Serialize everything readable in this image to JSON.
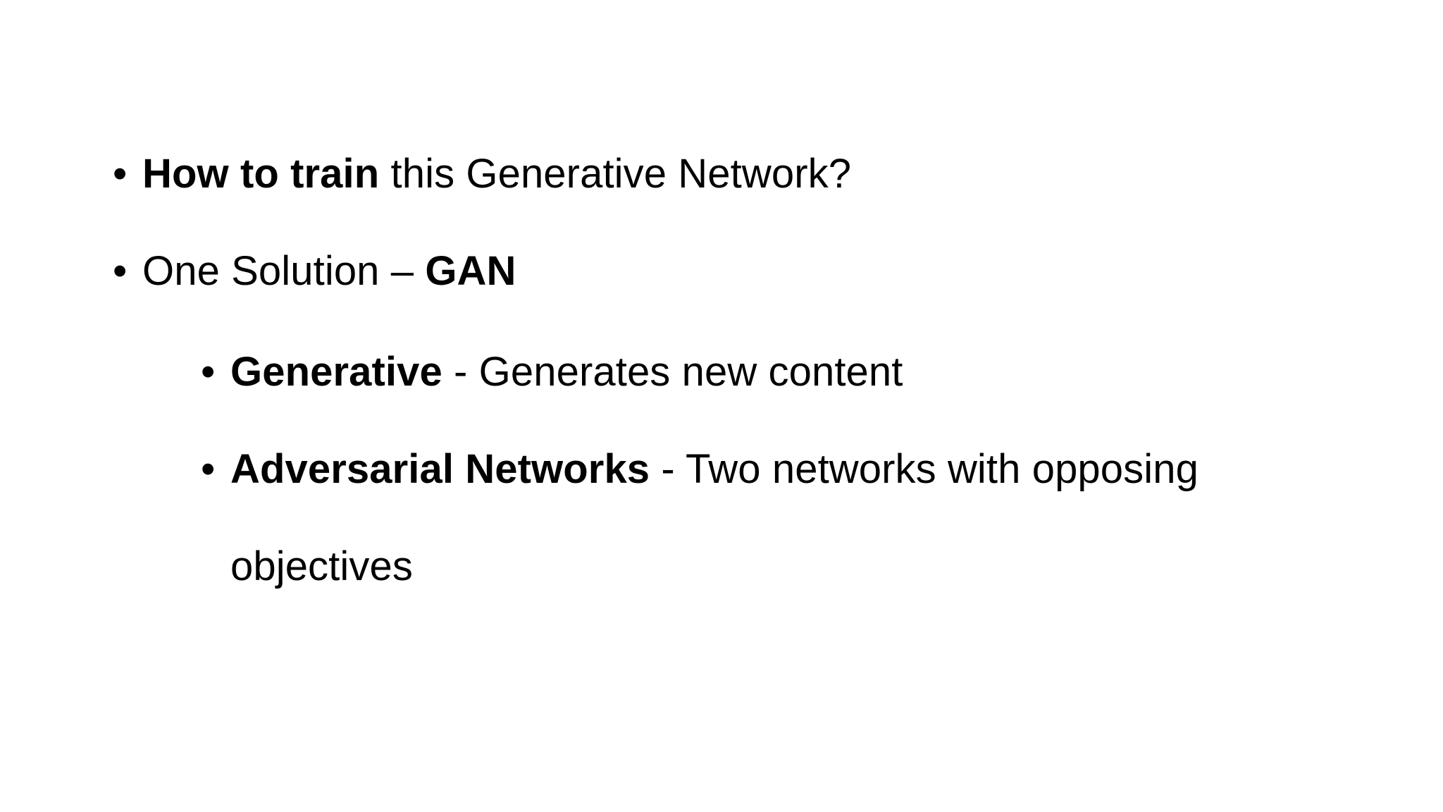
{
  "slide": {
    "background_color": "#ffffff",
    "text_color": "#000000",
    "bullets": [
      {
        "level": 1,
        "marker": "•",
        "bold_prefix": "How to train",
        "rest": " this Generative Network?"
      },
      {
        "level": 1,
        "marker": "•",
        "lead": "One Solution – ",
        "bold_suffix": "GAN"
      },
      {
        "level": 2,
        "marker": "•",
        "bold_prefix": "Generative",
        "rest": " - Generates new content"
      },
      {
        "level": 2,
        "marker": "•",
        "bold_prefix": "Adversarial Networks",
        "rest": " - Two networks with opposing",
        "wrap": "objectives"
      }
    ]
  }
}
